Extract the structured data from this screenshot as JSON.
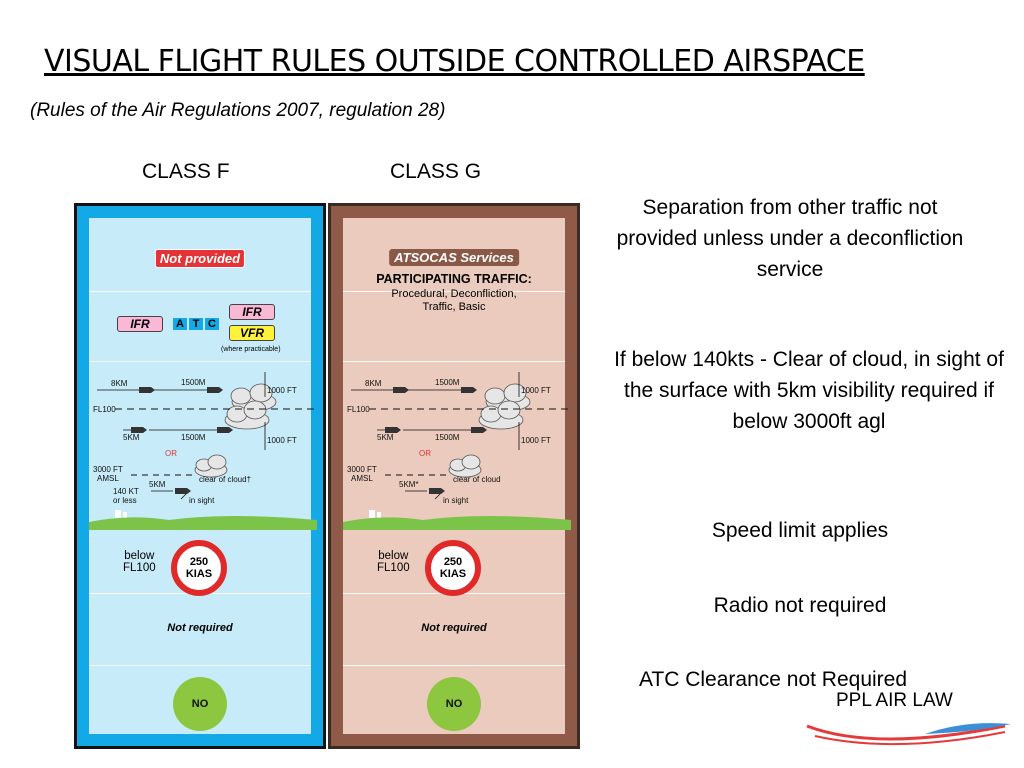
{
  "header": {
    "title": "VISUAL FLIGHT RULES OUTSIDE CONTROLLED AIRSPACE",
    "subtitle": "(Rules of the Air Regulations 2007, regulation 28)"
  },
  "columns": {
    "f": {
      "label": "CLASS F",
      "service": "Not provided",
      "flight_rules": [
        "IFR",
        "ATC",
        "IFR",
        "VFR"
      ],
      "flight_rules_note": "(where practicable)",
      "diagram": {
        "dist_8km": "8KM",
        "dist_1500m_a": "1500M",
        "ft_1000_a": "1000 FT",
        "fl100": "FL100",
        "dist_5km_a": "5KM",
        "dist_1500m_b": "1500M",
        "ft_1000_b": "1000 FT",
        "or": "OR",
        "ft_3000": "3000 FT",
        "amsl": "AMSL",
        "dist_5km_b": "5KM",
        "clear_of_cloud": "clear of cloud†",
        "kt_140": "140 KT",
        "or_less": "or less",
        "in_sight": "in sight"
      },
      "speed": {
        "below": "below",
        "fl": "FL100",
        "limit": "250",
        "unit": "KIAS"
      },
      "radio": "Not required",
      "clearance": "NO",
      "colors": {
        "frame": "#12a9e6",
        "fill": "#c7ebf8"
      }
    },
    "g": {
      "label": "CLASS G",
      "service": "ATSOCAS Services",
      "participating_title": "PARTICIPATING TRAFFIC:",
      "participating_lines": [
        "Procedural, Deconfliction,",
        "Traffic, Basic"
      ],
      "diagram": {
        "dist_8km": "8KM",
        "dist_1500m_a": "1500M",
        "ft_1000_a": "1000 FT",
        "fl100": "FL100",
        "dist_5km_a": "5KM",
        "dist_1500m_b": "1500M",
        "ft_1000_b": "1000 FT",
        "or": "OR",
        "ft_3000": "3000 FT",
        "amsl": "AMSL",
        "dist_5km_b": "5KM*",
        "clear_of_cloud": "clear of cloud",
        "in_sight": "in sight"
      },
      "speed": {
        "below": "below",
        "fl": "FL100",
        "limit": "250",
        "unit": "KIAS"
      },
      "radio": "Not required",
      "clearance": "NO",
      "colors": {
        "frame": "#8f5a47",
        "fill": "#ebcbbd"
      }
    }
  },
  "notes": {
    "separation": "Separation from other traffic not provided unless under a deconfliction service",
    "visibility": "If below 140kts - Clear of cloud, in sight of the surface with 5km visibility required if below 3000ft agl",
    "speed": "Speed limit applies",
    "radio": "Radio not required",
    "clearance": "ATC Clearance not Required"
  },
  "logo": {
    "text": "PPL AIR LAW"
  }
}
